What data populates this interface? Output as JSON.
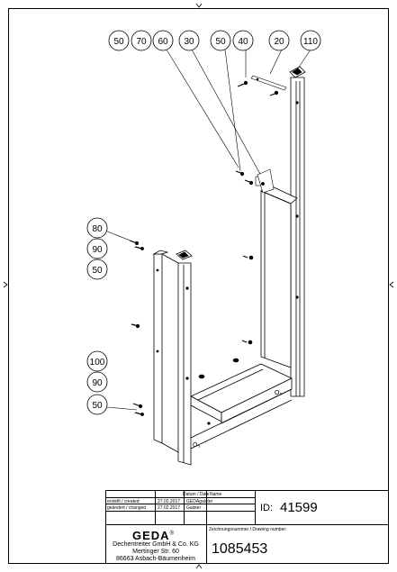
{
  "callouts": {
    "top": [
      "50",
      "70",
      "60",
      "30",
      "50",
      "40",
      "20",
      "110"
    ],
    "left_upper": [
      "80",
      "90",
      "50"
    ],
    "left_lower": [
      "100",
      "90",
      "50"
    ]
  },
  "title_block": {
    "header_date": "Datum / Date",
    "header_name": "Name",
    "created_label": "erstellt / created",
    "created_date": "27.02.2017",
    "created_name": "GEDAgalster",
    "changed_label": "geändert / changed",
    "changed_date": "27.02.2017",
    "changed_name": "Galster",
    "id_label": "ID:",
    "id_value": "41599",
    "drawing_number_label": "Zeichnungsnummer / Drawing number:",
    "drawing_number": "1085453",
    "company_logo": "GEDA",
    "registered_mark": "®",
    "company_name": "Dechentreiter GmbH & Co. KG",
    "street": "Mertinger Str. 60",
    "city": "86663 Asbach-Bäumenheim"
  }
}
